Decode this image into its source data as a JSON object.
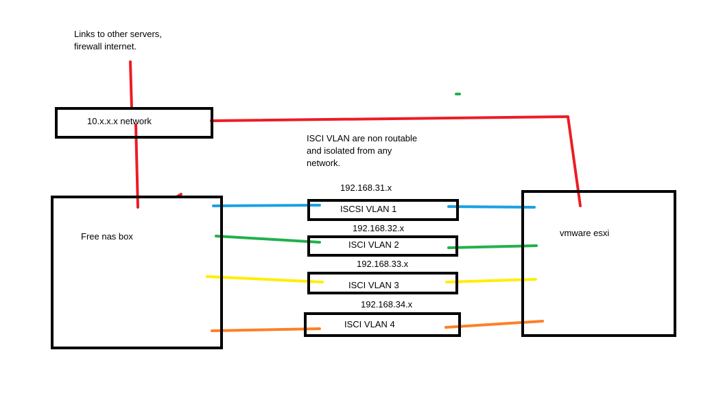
{
  "note_top": {
    "line1": "Links to other servers,",
    "line2": "firewall internet."
  },
  "network_box": {
    "label": "10.x.x.x network"
  },
  "nas_box": {
    "label": "Free nas box"
  },
  "esxi_box": {
    "label": "vmware esxi"
  },
  "isolation_note": {
    "line1": "ISCI VLAN are non routable",
    "line2": "and isolated from any",
    "line3": "network."
  },
  "vlans": [
    {
      "label": "ISCSI VLAN 1",
      "subnet": "192.168.31.x",
      "color": "#1ba1e2"
    },
    {
      "label": "ISCI VLAN 2",
      "subnet": "192.168.32.x",
      "color": "#22b14c"
    },
    {
      "label": "ISCI VLAN 3",
      "subnet": "192.168.33.x",
      "color": "#ffee00"
    },
    {
      "label": "ISCI VLAN 4",
      "subnet": "192.168.34.x",
      "color": "#ff7f27"
    }
  ],
  "colors": {
    "network_link": "#ed1c24",
    "box_border": "#000000",
    "background": "#ffffff",
    "stray_mark": "#22b14c"
  }
}
